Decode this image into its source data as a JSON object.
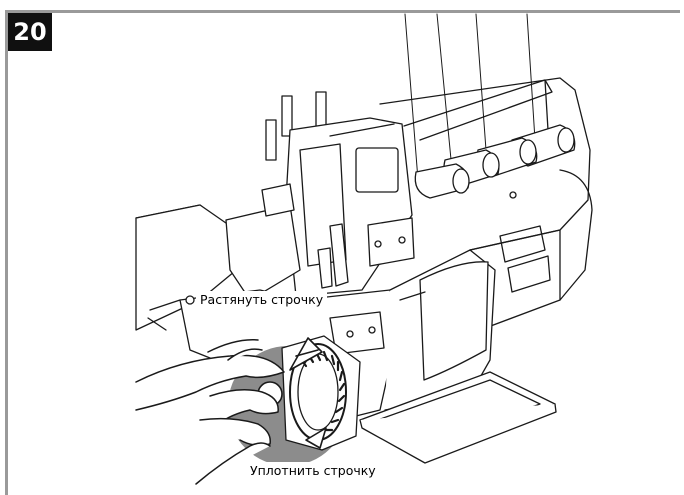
{
  "step": {
    "number": "20"
  },
  "callouts": {
    "stretch_stitch": "Растянуть строчку",
    "tighten_stitch": "Уплотнить строчку"
  },
  "illustration": {
    "subject": "overlock-sewing-machine-line-art",
    "highlight_color": "#8c8c8c"
  }
}
